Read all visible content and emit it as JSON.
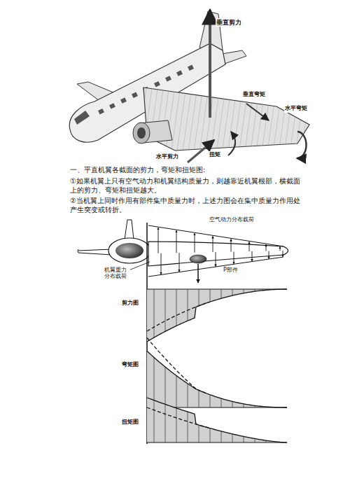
{
  "diagram": {
    "title": "一、平直机翼各截面的剪力，弯矩和扭矩图:",
    "labels": [
      "垂直剪力",
      "垂直弯矩",
      "水平弯矩",
      "水平剪力",
      "扭矩",
      "①如果机翼上只有空气动力和机翼结构质量力，则越靠近机翼根部，横截面上的剪力、弯矩和扭矩越大。",
      "②当机翼上同时作用有部件集中质量力时，上述力图会在集中质量力作用处产生突变或转折。",
      "空气动力分布载荷",
      "机翼重力分布载荷",
      "P部件",
      "剪力图",
      "弯矩图",
      "扭矩图"
    ]
  }
}
